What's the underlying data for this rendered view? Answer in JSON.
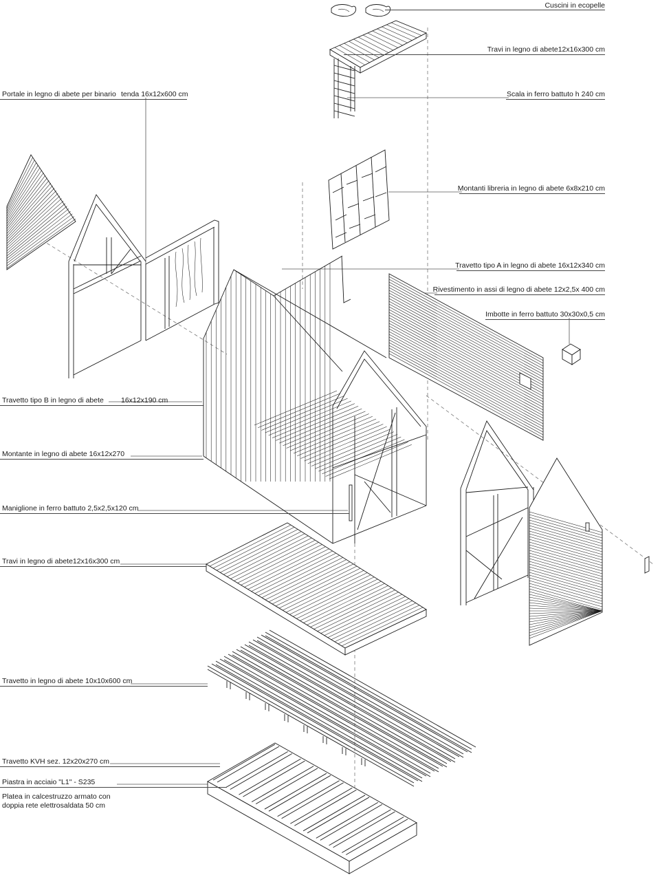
{
  "labels": {
    "cuscini": "Cuscini in ecopelle",
    "travi_top": "Travi in legno di abete12x16x300 cm",
    "portale_a": "Portale in legno di abete per binario",
    "portale_b": "tenda 16x12x600 cm",
    "scala": "Scala in ferro battuto h 240 cm",
    "montanti_libreria": "Montanti libreria in legno di abete 6x8x210 cm",
    "travetto_a": "Travetto tipo A in legno di abete 16x12x340 cm",
    "rivestimento": "Rivestimento in assi di legno di abete 12x2,5x 400 cm",
    "imbotte": "Imbotte in ferro battuto 30x30x0,5 cm",
    "travetto_b_a": "Travetto tipo B in legno di abete",
    "travetto_b_b": "16x12x190 cm",
    "montante": "Montante in legno di abete 16x12x270",
    "maniglione": "Maniglione in ferro battuto 2,5x2,5x120 cm",
    "travi_bottom": "Travi in legno di abete12x16x300 cm",
    "travetto_10": "Travetto in legno di abete 10x10x600 cm",
    "travetto_kvh": "Travetto KVH sez. 12x20x270 cm",
    "piastra": "Piastra in acciaio  \"L1\" - S235",
    "platea_1": "Platea in calcestruzzo armato con",
    "platea_2": "doppia rete elettrosaldata 50 cm"
  }
}
